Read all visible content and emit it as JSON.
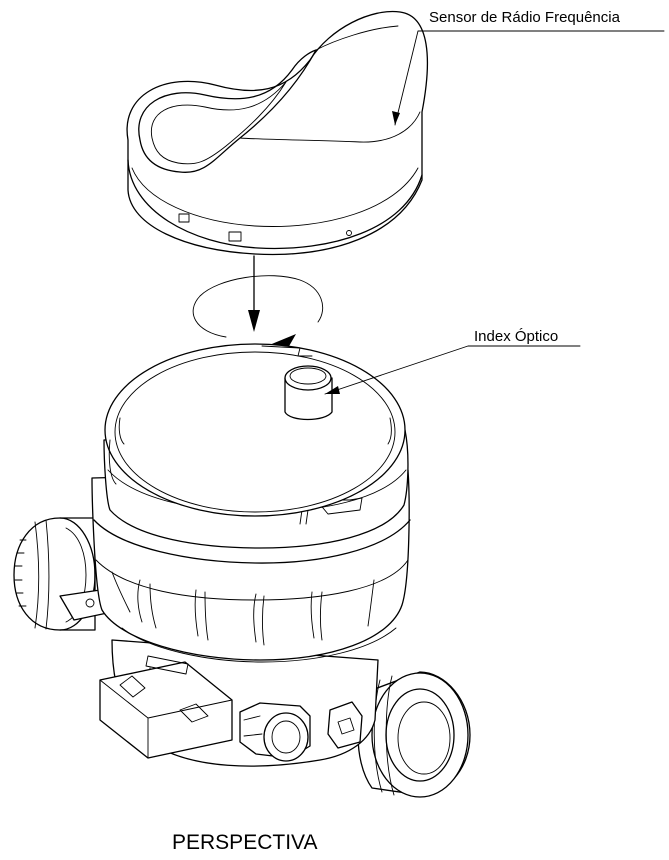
{
  "labels": {
    "rf_sensor": "Sensor de Rádio Frequência",
    "optical_index": "Index Óptico",
    "view_title": "PERSPECTIVA"
  },
  "colors": {
    "line": "#000000",
    "background": "#ffffff"
  }
}
